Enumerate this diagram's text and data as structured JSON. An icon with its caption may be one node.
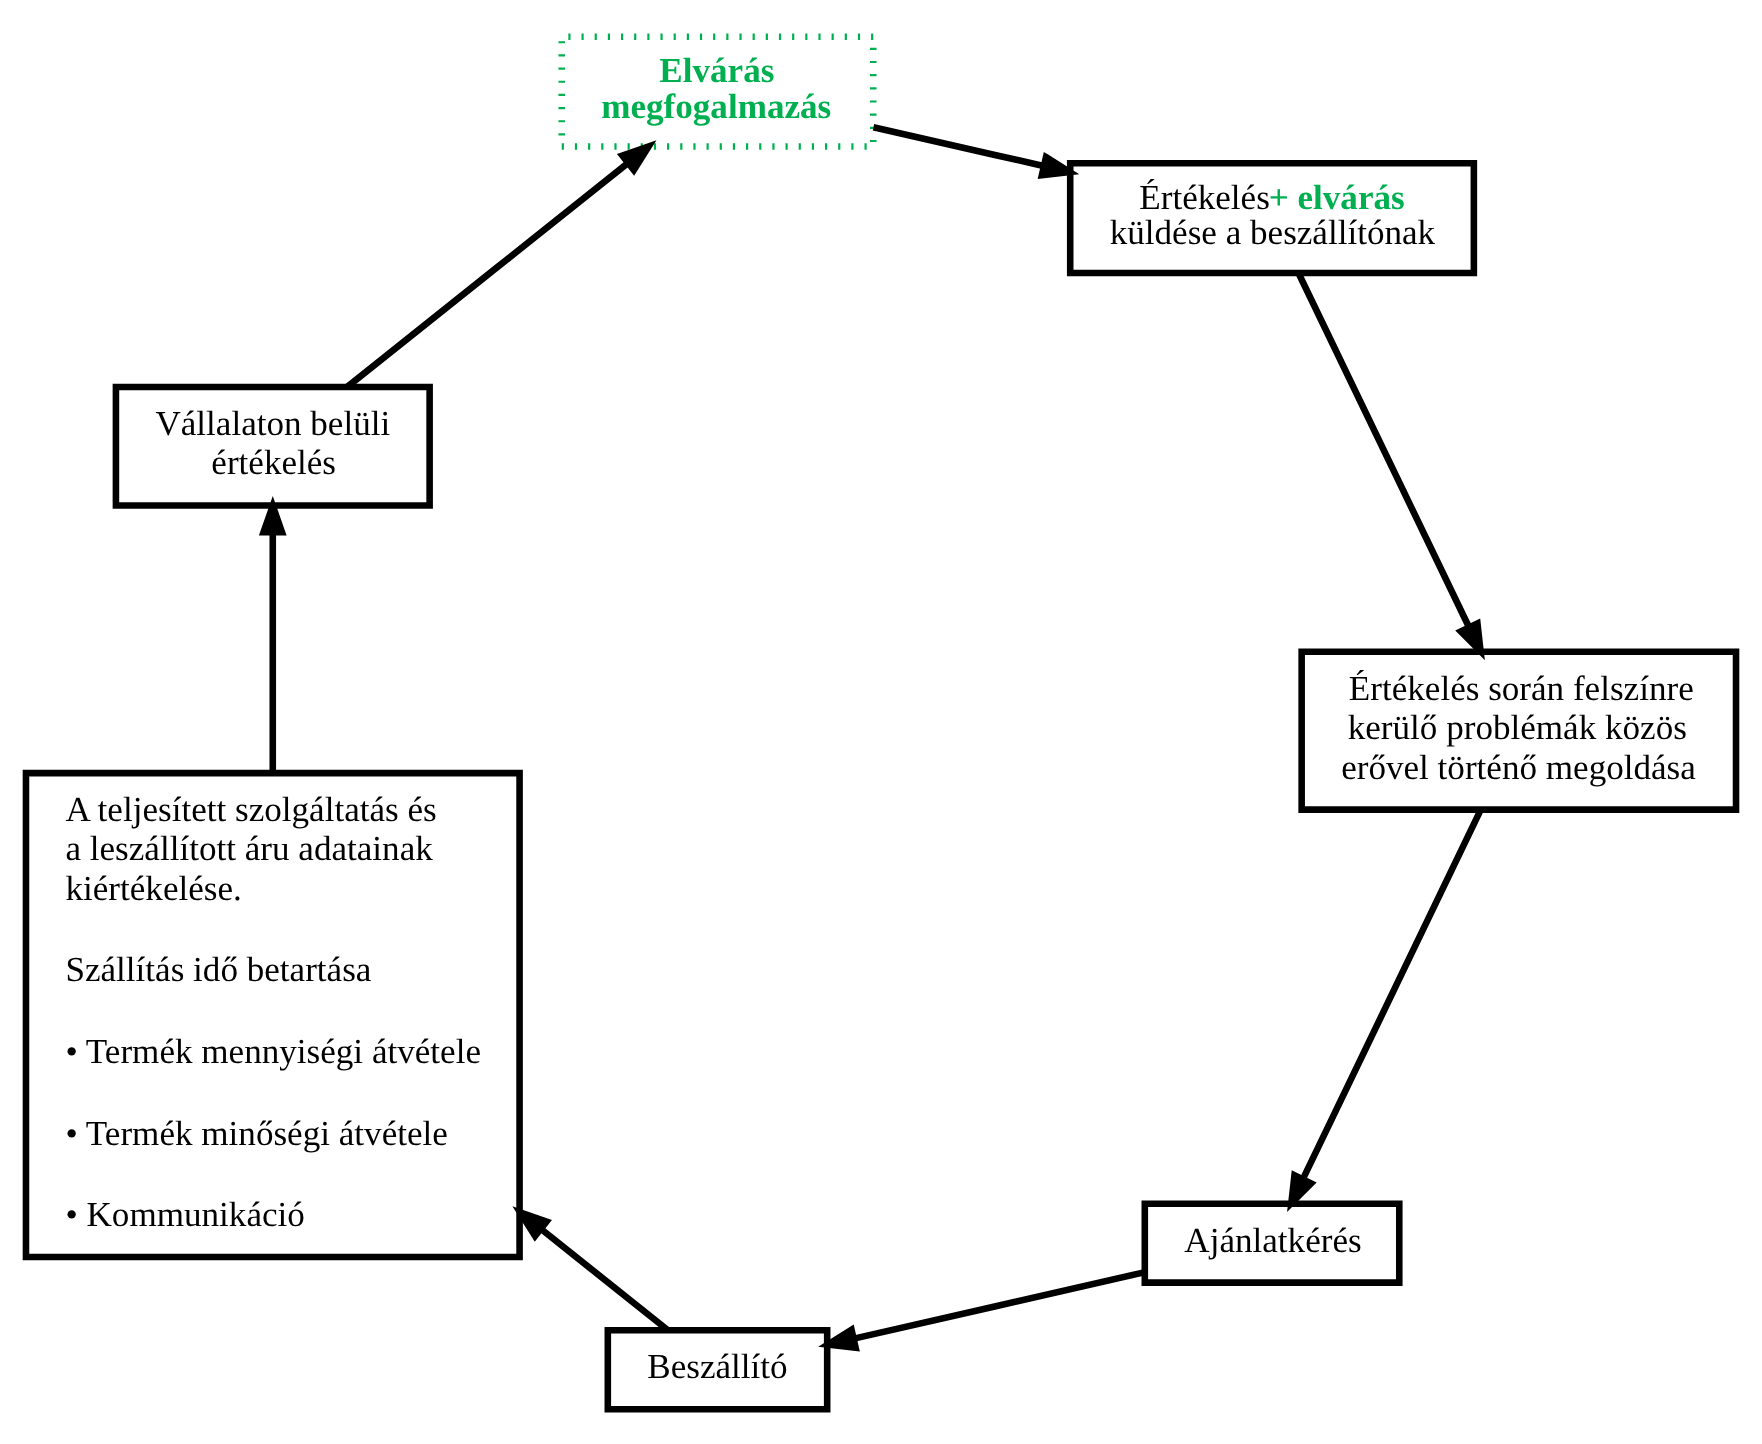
{
  "diagram": {
    "nodes": [
      {
        "text": [
          "Ajánlatkérés"
        ]
      },
      {
        "text": [
          "Beszállító"
        ]
      },
      {
        "text": [
          "A teljesített szolgáltatás és a leszállított áru adatainak kiértékelése.",
          "Szállítás idő betartása",
          "• Termék mennyiségi átvétele",
          "• Termék minőségi átvétele",
          "• Kommunikáció"
        ]
      },
      {
        "text": [
          "Vállalaton belüli értékelés"
        ]
      },
      {
        "text": [
          "Elvárás megfogalmazás"
        ]
      },
      {
        "text": [
          "Értékelés**+ elvárás** küldése a beszállítónak"
        ]
      },
      {
        "text": [
          "Értékelés során felszínre kerülő problémák közös erővel történő megoldása"
        ]
      }
    ],
    "edges": [
      {
        "from": 0,
        "to": 1,
        "arrow": "to"
      },
      {
        "from": 1,
        "to": 2,
        "arrow": "to"
      },
      {
        "from": 2,
        "to": 3,
        "arrow": "to"
      },
      {
        "from": 3,
        "to": 4,
        "arrow": "to"
      },
      {
        "from": 4,
        "to": 5,
        "arrow": "to"
      },
      {
        "from": 5,
        "to": 6,
        "arrow": "to"
      },
      {
        "from": 6,
        "to": 0,
        "arrow": "to"
      }
    ]
  }
}
